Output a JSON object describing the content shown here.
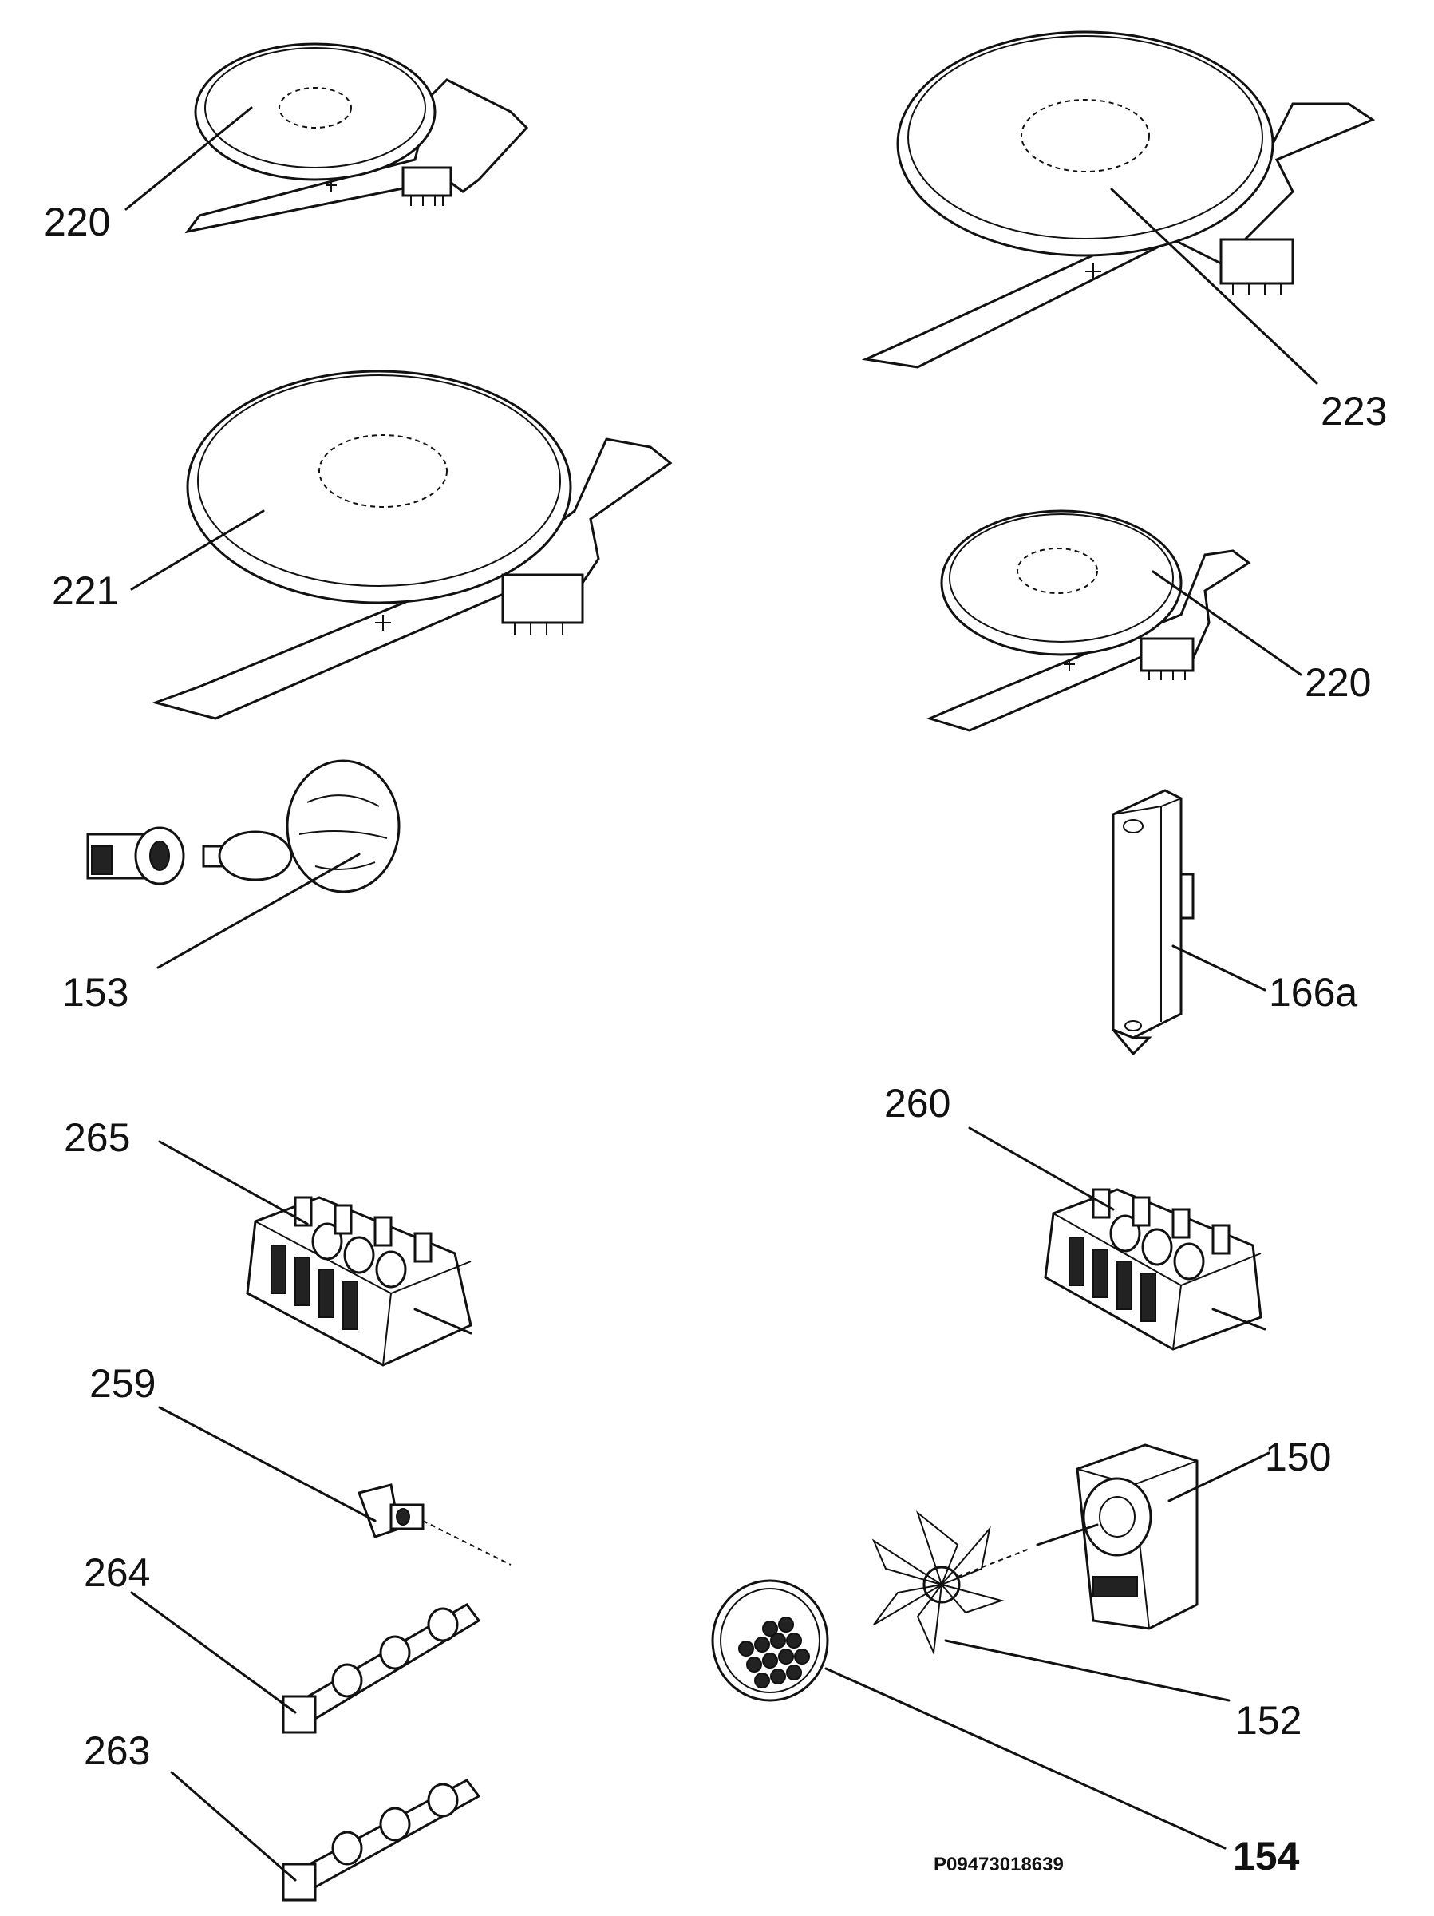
{
  "labels": {
    "p220a": "220",
    "p223": "223",
    "p221": "221",
    "p220b": "220",
    "p153": "153",
    "p166a": "166a",
    "p265": "265",
    "p260": "260",
    "p259": "259",
    "p150": "150",
    "p264": "264",
    "p152": "152",
    "p263": "263",
    "p154": "154"
  },
  "drawing_code": "P09473018639"
}
